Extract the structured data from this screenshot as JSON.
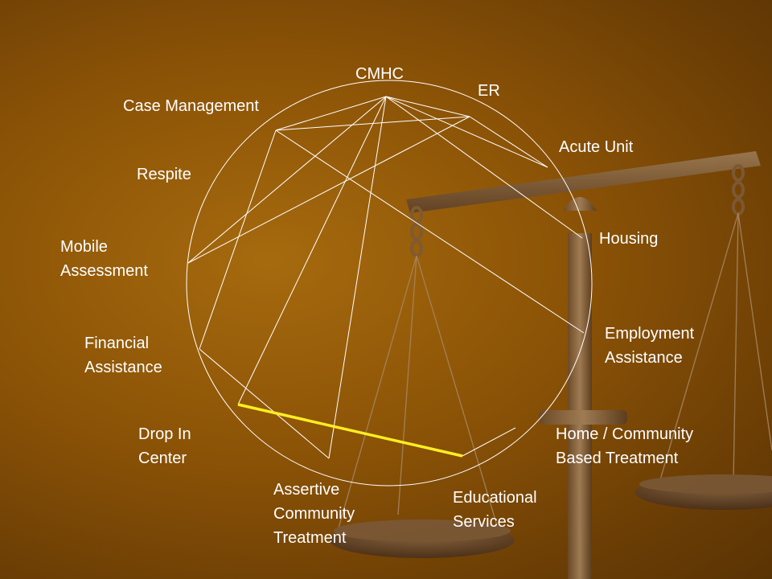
{
  "diagram": {
    "nodes": [
      {
        "id": "cmhc",
        "label": "CMHC"
      },
      {
        "id": "er",
        "label": "ER"
      },
      {
        "id": "acute",
        "label": "Acute Unit"
      },
      {
        "id": "housing",
        "label": "Housing"
      },
      {
        "id": "employment",
        "label": "Employment\nAssistance"
      },
      {
        "id": "home",
        "label": "Home / Community\nBased Treatment"
      },
      {
        "id": "educational",
        "label": "Educational\nServices"
      },
      {
        "id": "act",
        "label": "Assertive\nCommunity\nTreatment"
      },
      {
        "id": "dropin",
        "label": "Drop In\nCenter"
      },
      {
        "id": "financial",
        "label": "Financial\nAssistance"
      },
      {
        "id": "mobile",
        "label": "Mobile\nAssessment"
      },
      {
        "id": "respite",
        "label": "Respite"
      },
      {
        "id": "case",
        "label": "Case Management"
      }
    ],
    "connections": [
      {
        "from": "cmhc",
        "to": "er"
      },
      {
        "from": "cmhc",
        "to": "acute"
      },
      {
        "from": "cmhc",
        "to": "case"
      },
      {
        "from": "cmhc",
        "to": "housing"
      },
      {
        "from": "cmhc",
        "to": "mobile"
      },
      {
        "from": "cmhc",
        "to": "act"
      },
      {
        "from": "cmhc",
        "to": "dropin"
      },
      {
        "from": "case",
        "to": "er"
      },
      {
        "from": "case",
        "to": "employment"
      },
      {
        "from": "case",
        "to": "financial"
      },
      {
        "from": "er",
        "to": "mobile"
      },
      {
        "from": "er",
        "to": "acute"
      },
      {
        "from": "financial",
        "to": "act"
      },
      {
        "from": "home",
        "to": "educational"
      }
    ],
    "highlighted_connection": {
      "from": "dropin",
      "to": "educational",
      "color": "#ffee22"
    },
    "circle_color": "#ffffff",
    "line_color": "#ffffff",
    "background_color": "#8a5206"
  }
}
